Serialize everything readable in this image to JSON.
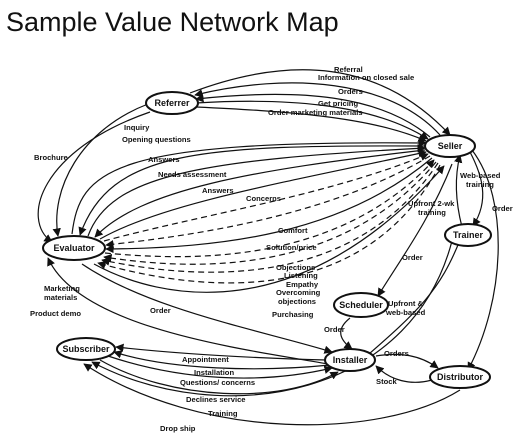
{
  "title": "Sample Value Network Map",
  "nodes": {
    "referrer": "Referrer",
    "seller": "Seller",
    "evaluator": "Evaluator",
    "trainer": "Trainer",
    "scheduler": "Scheduler",
    "subscriber": "Subscriber",
    "installer": "Installer",
    "distributor": "Distributor"
  },
  "edges": {
    "referral": "Referral",
    "info_closed_sale": "Information on closed sale",
    "orders_referrer": "Orders",
    "get_pricing": "Get pricing",
    "order_marketing": "Order marketing materials",
    "inquiry": "Inquiry",
    "opening_questions": "Opening questions",
    "brochure": "Brochure",
    "answers_1": "Answers",
    "needs_assessment": "Needs assessment",
    "answers_2": "Answers",
    "concerns": "Concerns",
    "comfort": "Comfort",
    "solution_price": "Solution/price",
    "objections": "Objections",
    "listening": "Listening",
    "empathy": "Empathy",
    "overcoming_1": "Overcoming",
    "overcoming_2": "objections",
    "purchasing": "Purchasing",
    "marketing_1": "Marketing",
    "marketing_2": "materials",
    "product_demo": "Product demo",
    "order_evaluator": "Order",
    "web_based_1": "Web-based",
    "web_based_2": "training",
    "upfront_1": "Upfront 2-wk",
    "upfront_2": "training",
    "order_distributor": "Order",
    "order_scheduler": "Order",
    "upfront_web_1": "Upfront &",
    "upfront_web_2": "web-based",
    "order_installer": "Order",
    "appointment": "Appointment",
    "installation": "Installation",
    "questions_concerns": "Questions/ concerns",
    "declines_service": "Declines service",
    "training": "Training",
    "drop_ship": "Drop ship",
    "orders_distributor": "Orders",
    "stock": "Stock"
  }
}
